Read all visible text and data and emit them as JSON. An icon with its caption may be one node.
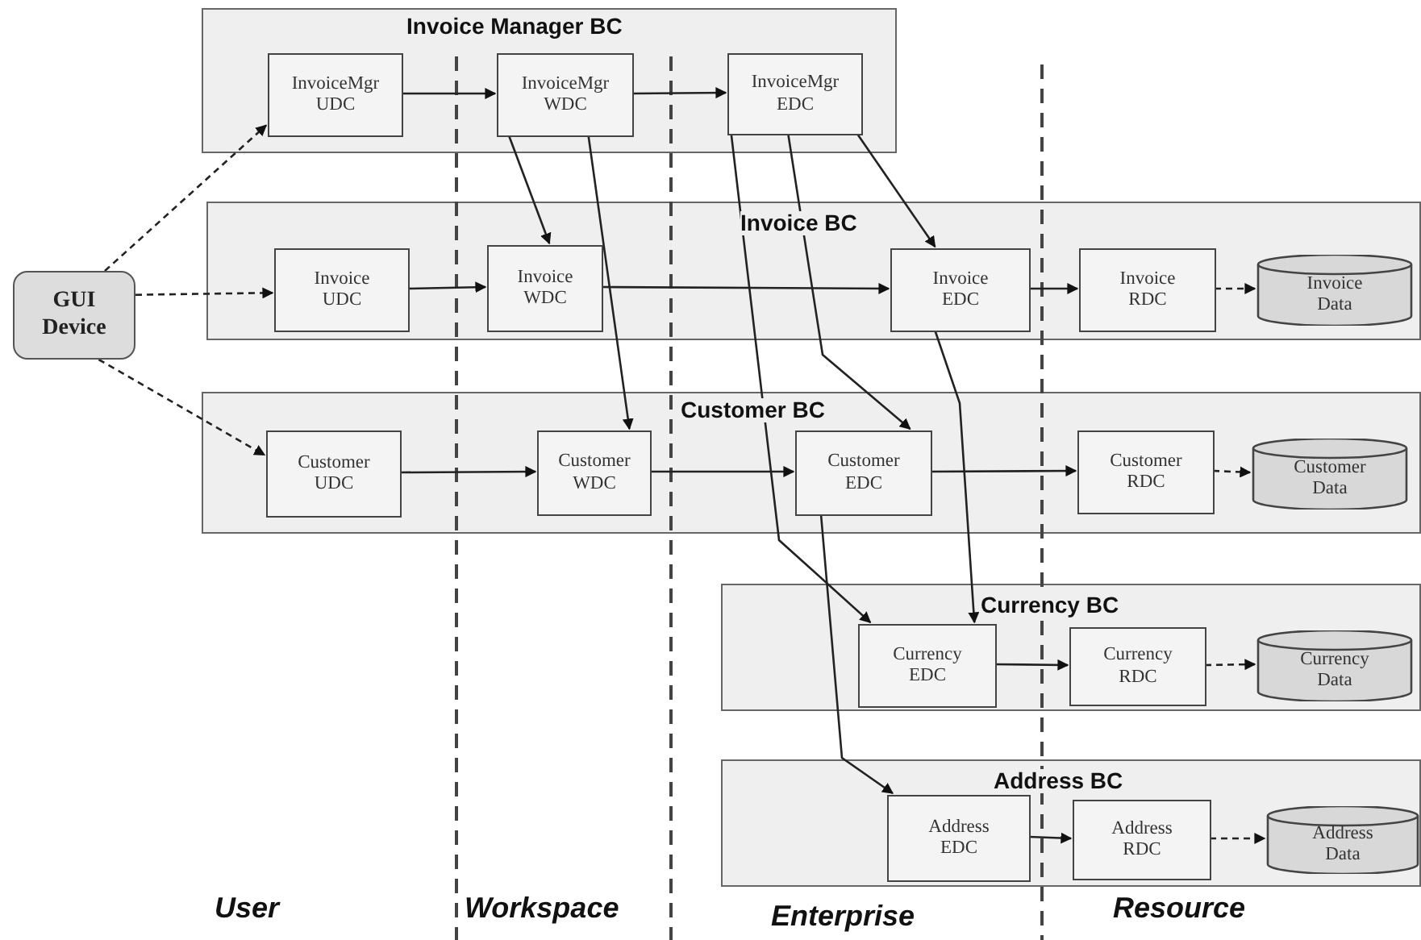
{
  "diagram": {
    "nodes": [
      {
        "text": [
          "GUI Device"
        ]
      },
      {
        "text": [
          "Invoice Manager BC"
        ]
      },
      {
        "text": [
          "InvoiceMgr UDC"
        ],
        "in": 1
      },
      {
        "text": [
          "InvoiceMgr WDC"
        ],
        "in": 1
      },
      {
        "text": [
          "InvoiceMgr EDC"
        ],
        "in": 1
      },
      {
        "text": [
          "Invoice BC"
        ]
      },
      {
        "text": [
          "Invoice UDC"
        ],
        "in": 5
      },
      {
        "text": [
          "Invoice WDC"
        ],
        "in": 5
      },
      {
        "text": [
          "Invoice EDC"
        ],
        "in": 5
      },
      {
        "text": [
          "Invoice RDC"
        ],
        "in": 5
      },
      {
        "text": [
          "Invoice Data"
        ],
        "in": 5
      },
      {
        "text": [
          "Customer BC"
        ]
      },
      {
        "text": [
          "Customer UDC"
        ],
        "in": 11
      },
      {
        "text": [
          "Customer WDC"
        ],
        "in": 11
      },
      {
        "text": [
          "Customer EDC"
        ],
        "in": 11
      },
      {
        "text": [
          "Customer RDC"
        ],
        "in": 11
      },
      {
        "text": [
          "Customer Data"
        ],
        "in": 11
      },
      {
        "text": [
          "Currency BC"
        ]
      },
      {
        "text": [
          "Currency EDC"
        ],
        "in": 17
      },
      {
        "text": [
          "Currency RDC"
        ],
        "in": 17
      },
      {
        "text": [
          "Currency Data"
        ],
        "in": 17
      },
      {
        "text": [
          "Address BC"
        ]
      },
      {
        "text": [
          "Address EDC"
        ],
        "in": 21
      },
      {
        "text": [
          "Address RDC"
        ],
        "in": 21
      },
      {
        "text": [
          "Address Data"
        ],
        "in": 21
      }
    ],
    "edges": [
      {
        "from": 0,
        "to": 2,
        "arrow": "to",
        "style": "dashed"
      },
      {
        "from": 0,
        "to": 6,
        "arrow": "to",
        "style": "dashed"
      },
      {
        "from": 0,
        "to": 12,
        "arrow": "to",
        "style": "dashed"
      },
      {
        "from": 2,
        "to": 3,
        "arrow": "to"
      },
      {
        "from": 3,
        "to": 4,
        "arrow": "to"
      },
      {
        "from": 3,
        "to": 7,
        "arrow": "to"
      },
      {
        "from": 3,
        "to": 13,
        "arrow": "to"
      },
      {
        "from": 4,
        "to": 8,
        "arrow": "to"
      },
      {
        "from": 4,
        "to": 14,
        "arrow": "to"
      },
      {
        "from": 4,
        "to": 18,
        "arrow": "to"
      },
      {
        "from": 6,
        "to": 7,
        "arrow": "to"
      },
      {
        "from": 7,
        "to": 8,
        "arrow": "to"
      },
      {
        "from": 8,
        "to": 9,
        "arrow": "to"
      },
      {
        "from": 9,
        "to": 10,
        "arrow": "to",
        "style": "dashed"
      },
      {
        "from": 8,
        "to": 18,
        "arrow": "to"
      },
      {
        "from": 12,
        "to": 13,
        "arrow": "to"
      },
      {
        "from": 13,
        "to": 14,
        "arrow": "to"
      },
      {
        "from": 14,
        "to": 15,
        "arrow": "to"
      },
      {
        "from": 15,
        "to": 16,
        "arrow": "to",
        "style": "dashed"
      },
      {
        "from": 14,
        "to": 22,
        "arrow": "to"
      },
      {
        "from": 18,
        "to": 19,
        "arrow": "to"
      },
      {
        "from": 19,
        "to": 20,
        "arrow": "to",
        "style": "dashed"
      },
      {
        "from": 22,
        "to": 23,
        "arrow": "to"
      },
      {
        "from": 23,
        "to": 24,
        "arrow": "to",
        "style": "dashed"
      }
    ],
    "labels": [
      "User",
      "Workspace",
      "Enterprise",
      "Resource"
    ]
  }
}
